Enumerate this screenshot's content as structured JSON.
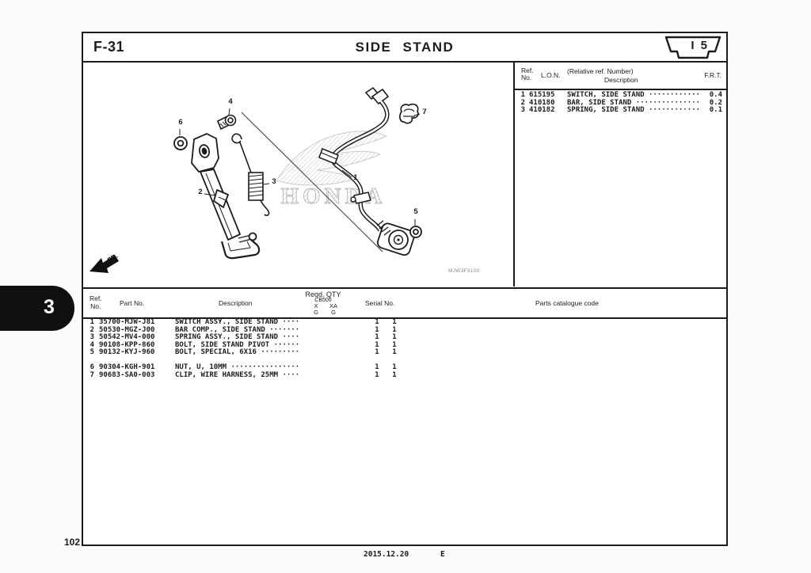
{
  "header": {
    "page_code": "F-31",
    "title": "SIDE STAND",
    "index_badge": "I 5"
  },
  "ref_panel": {
    "col_ref_line1": "Ref.",
    "col_ref_line2": "No.",
    "col_lon": "L.O.N.",
    "col_relative": "(Relative ref. Number)",
    "col_description": "Description",
    "col_frt": "F.R.T.",
    "rows": [
      {
        "ref": "1",
        "lon": "615195",
        "description": "SWITCH, SIDE STAND ············",
        "frt": "0.4"
      },
      {
        "ref": "2",
        "lon": "410180",
        "description": "BAR, SIDE STAND ···············",
        "frt": "0.2"
      },
      {
        "ref": "3",
        "lon": "410182",
        "description": "SPRING, SIDE STAND ············",
        "frt": "0.1"
      }
    ]
  },
  "diagram": {
    "code": "MJW3F3100",
    "direction_label": "FR.",
    "watermark": "HONDA",
    "callouts": [
      "4",
      "6",
      "2",
      "3",
      "1",
      "7",
      "5"
    ]
  },
  "parts_table": {
    "col_ref_line1": "Ref.",
    "col_ref_line2": "No.",
    "col_part_no": "Part No.",
    "col_description": "Description",
    "col_reqd_qty": "Reqd. QTY",
    "col_model": "CB500",
    "col_type1": "X",
    "col_type1_sub": "G",
    "col_type2": "XA",
    "col_type2_sub": "G",
    "col_serial": "Serial No.",
    "col_catalogue": "Parts catalogue code",
    "rows": [
      {
        "ref": "1",
        "part_no": "35700-MJW-J81",
        "description": "SWITCH ASSY., SIDE STAND ····",
        "qty_x": "1",
        "qty_xa": "1"
      },
      {
        "ref": "2",
        "part_no": "50530-MGZ-J00",
        "description": "BAR COMP., SIDE STAND ·······",
        "qty_x": "1",
        "qty_xa": "1"
      },
      {
        "ref": "3",
        "part_no": "50542-MV4-000",
        "description": "SPRING ASSY., SIDE STAND ····",
        "qty_x": "1",
        "qty_xa": "1"
      },
      {
        "ref": "4",
        "part_no": "90108-KPP-860",
        "description": "BOLT, SIDE STAND PIVOT ······",
        "qty_x": "1",
        "qty_xa": "1"
      },
      {
        "ref": "5",
        "part_no": "90132-KYJ-960",
        "description": "BOLT, SPECIAL, 6X16 ·········",
        "qty_x": "1",
        "qty_xa": "1"
      },
      {
        "ref": "6",
        "part_no": "90304-KGH-901",
        "description": "NUT, U, 10MM ················",
        "qty_x": "1",
        "qty_xa": "1"
      },
      {
        "ref": "7",
        "part_no": "90683-SA0-003",
        "description": "CLIP, WIRE HARNESS, 25MM ····",
        "qty_x": "1",
        "qty_xa": "1"
      }
    ]
  },
  "sidebar": {
    "section_tab": "3"
  },
  "footer": {
    "page_number": "102",
    "date": "2015.12.20",
    "edition": "E"
  },
  "colors": {
    "ink": "#1c1c1c",
    "paper": "#ffffff",
    "tab_bg": "#101010",
    "watermark": "#bfbfbf"
  }
}
